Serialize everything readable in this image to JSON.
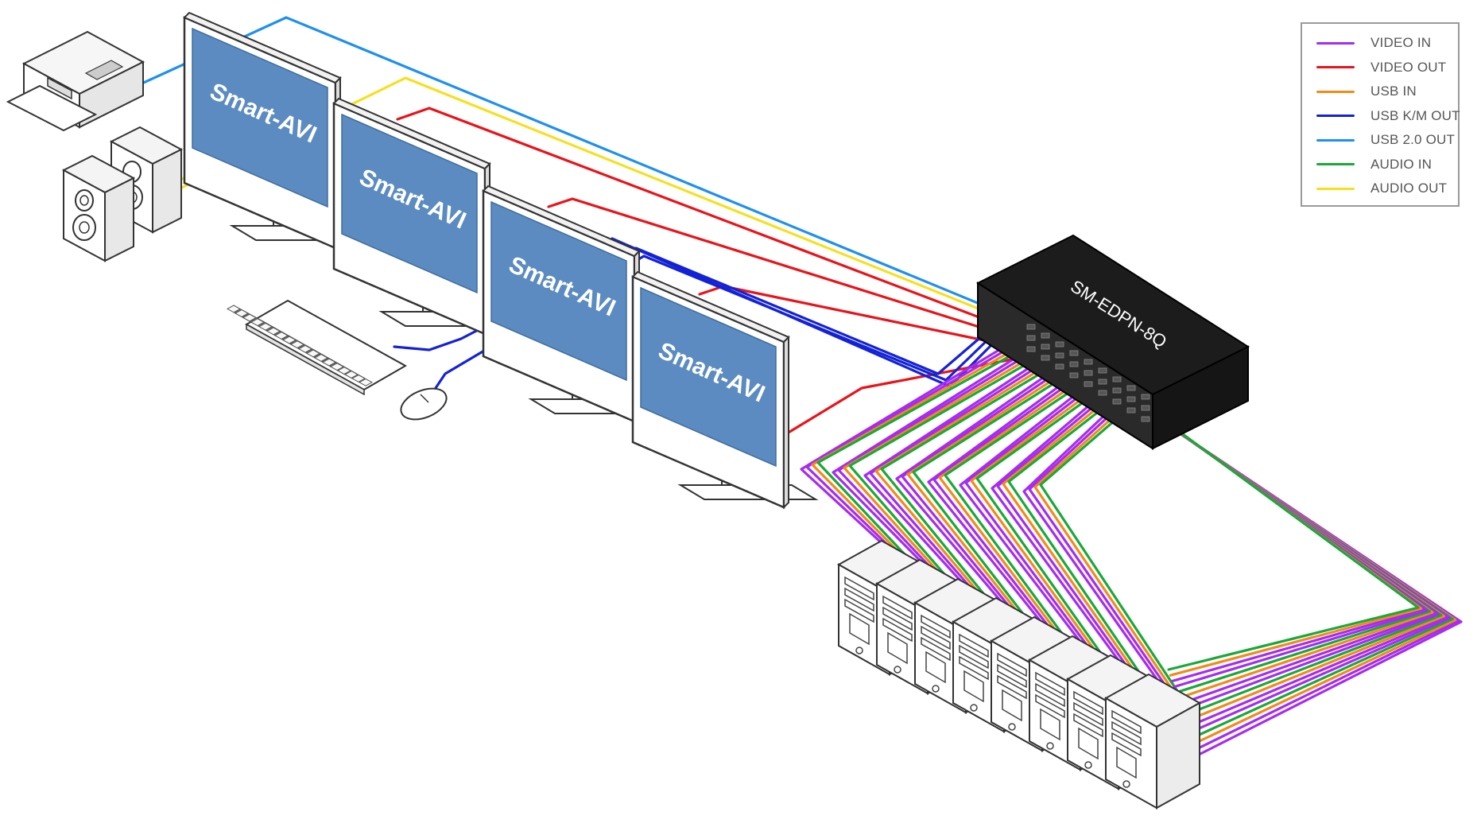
{
  "brand": {
    "monitor_logo": "Smart-AVI",
    "monitor_count": 4,
    "computer_count": 8
  },
  "device": {
    "model_label": "SM-EDPN-8Q"
  },
  "legend": [
    {
      "label": "VIDEO IN",
      "color": "#a52cf0"
    },
    {
      "label": "VIDEO OUT",
      "color": "#e8141b"
    },
    {
      "label": "USB IN",
      "color": "#f28a1a"
    },
    {
      "label": "USB K/M OUT",
      "color": "#1422d6"
    },
    {
      "label": "USB 2.0 OUT",
      "color": "#1e90ee"
    },
    {
      "label": "AUDIO IN",
      "color": "#1aa83a"
    },
    {
      "label": "AUDIO OUT",
      "color": "#f5e020"
    }
  ],
  "icons": [
    "printer-icon",
    "speakers-icon",
    "keyboard-icon",
    "mouse-icon",
    "monitor-icon",
    "kvm-switch-icon",
    "computer-tower-icon"
  ]
}
